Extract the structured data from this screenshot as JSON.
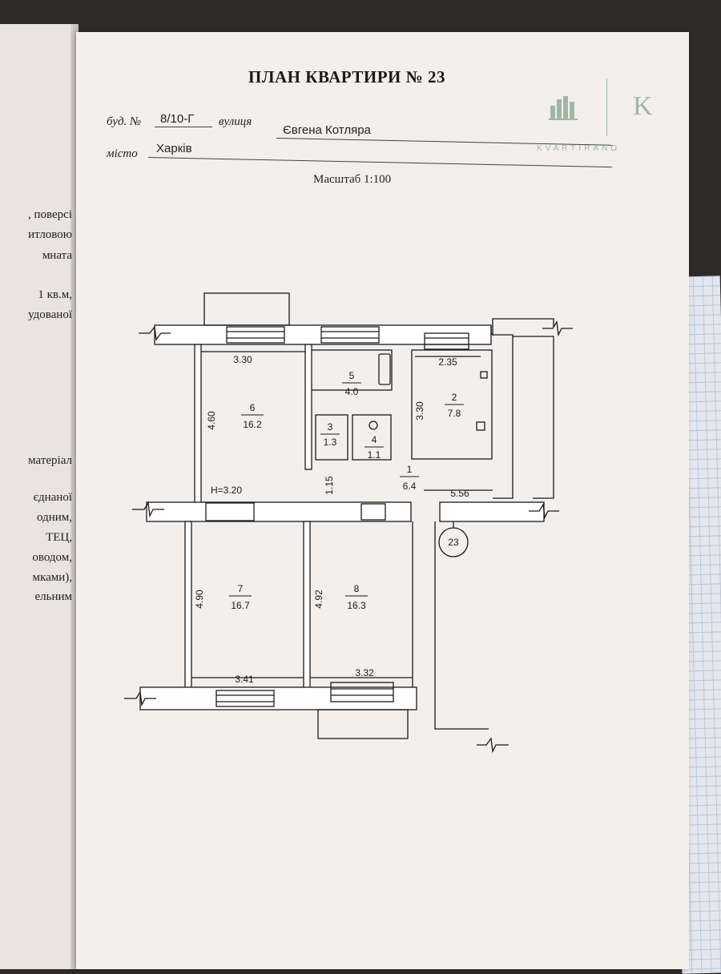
{
  "left_page": {
    "fragments": [
      ", поверсі",
      "итловою",
      "мната",
      "1  кв.м,",
      "удованої",
      "матеріал",
      "єднаної",
      "одним,",
      "ТЕЦ,",
      "оводом,",
      "мками),",
      "ельним"
    ]
  },
  "document": {
    "title": "ПЛАН КВАРТИРИ № 23",
    "building_label": "буд. №",
    "building_number": "8/10-Г",
    "street_label": "вулиця",
    "street": "Євгена Котляра",
    "city_label": "місто",
    "city": "Харків",
    "scale": "Масштаб 1:100"
  },
  "logo": {
    "letter": "K",
    "text": "KVARTIRANO"
  },
  "plan": {
    "ceiling_height": "Н=3.20",
    "apartment_number": "23",
    "rooms": [
      {
        "id": "6",
        "area": "16.2"
      },
      {
        "id": "5",
        "area": "4.0"
      },
      {
        "id": "2",
        "area": "7.8"
      },
      {
        "id": "3",
        "area": "1.3"
      },
      {
        "id": "4",
        "area": "1.1"
      },
      {
        "id": "1",
        "area": "6.4"
      },
      {
        "id": "7",
        "area": "16.7"
      },
      {
        "id": "8",
        "area": "16.3"
      }
    ],
    "dimensions": [
      "3.30",
      "4.60",
      "2.35",
      "3.30",
      "1.15",
      "5.56",
      "4.90",
      "4.92",
      "3.41",
      "3.32"
    ]
  }
}
